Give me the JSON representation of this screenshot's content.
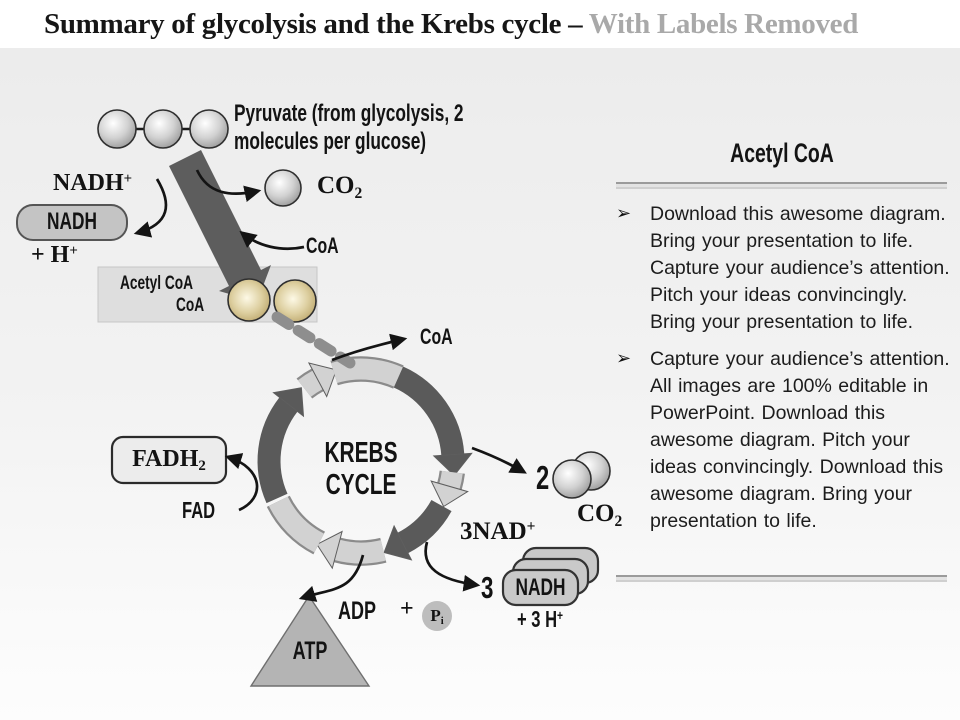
{
  "title": {
    "main": "Summary of glycolysis and the Krebs cycle – ",
    "suffix": "With Labels Removed"
  },
  "diagram": {
    "pyruvate": {
      "line1": "Pyruvate (from glycolysis, 2",
      "line2": "molecules per glucose)"
    },
    "co2_top": {
      "base": "CO",
      "sub": "2"
    },
    "nad_plus": {
      "base": "NADH",
      "sup": "+"
    },
    "nadh_box": "NADH",
    "plus_h": {
      "base": "+ H",
      "sup": "+"
    },
    "coa_top": "CoA",
    "acetyl_band": {
      "line1": "Acetyl CoA",
      "line2": "CoA"
    },
    "coa_cycle": "CoA",
    "krebs": {
      "line1": "KREBS",
      "line2": "CYCLE"
    },
    "fadh2": {
      "base": "FADH",
      "sub": "2"
    },
    "fad": "FAD",
    "two": "2",
    "co2_right": {
      "base": "CO",
      "sub": "2"
    },
    "nad3": {
      "base": "3NAD",
      "sup": "+"
    },
    "three": "3",
    "nadh_stack": "NADH",
    "plus_3h": {
      "base": "+ 3 H",
      "sup": "+"
    },
    "adp": "ADP",
    "plus": "+",
    "pi": {
      "base": "P",
      "sub": "i"
    },
    "atp": "ATP"
  },
  "panel": {
    "heading": "Acetyl CoA",
    "bullet_glyph": "➢",
    "bullets": [
      "Download this awesome diagram. Bring your presentation to life. Capture your audience’s attention. Pitch your ideas convincingly. Bring your presentation to life.",
      "Capture your audience’s attention. All images are 100% editable in PowerPoint. Download this awesome diagram. Pitch your ideas convincingly. Download this awesome diagram. Bring your presentation to life."
    ]
  },
  "colors": {
    "thick_arrow": "#5d5d5d",
    "ring_dark": "#5a5a5a",
    "ring_light": "#d2d2d2",
    "acetyl_circle": "#c9b478",
    "band_fill": "#dedede",
    "box_fill": "#c6c6c6",
    "title_suffix": "#a9a9a9",
    "divider": "#9b9b9b"
  }
}
